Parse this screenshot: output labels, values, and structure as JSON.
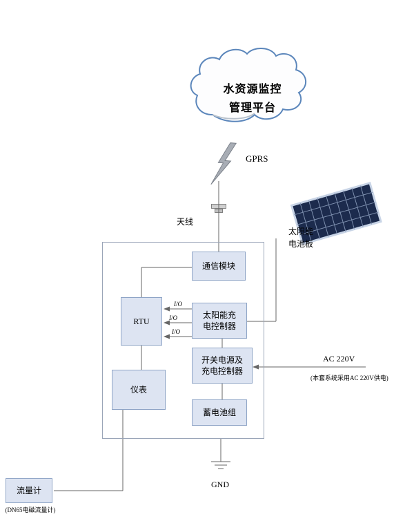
{
  "cloud": {
    "line1": "水资源监控",
    "line2": "管理平台"
  },
  "gprs_label": "GPRS",
  "antenna_label": "天线",
  "solar_panel_label": {
    "line1": "太阳能",
    "line2": "电池板"
  },
  "boxes": {
    "comm_module": "通信模块",
    "rtu": "RTU",
    "solar_controller_line1": "太阳能充",
    "solar_controller_line2": "电控制器",
    "power_supply_line1": "开关电源及",
    "power_supply_line2": "充电控制器",
    "instrument": "仪表",
    "battery": "蓄电池组",
    "flow_meter": "流量计",
    "flow_meter_note": "(DN65电磁流量计)"
  },
  "io_labels": [
    "I/O",
    "I/O",
    "I/O"
  ],
  "ac_label": "AC  220V",
  "ac_note": "(本套系统采用AC 220V供电)",
  "gnd_label": "GND",
  "colors": {
    "box_fill": "#dde4f2",
    "box_border": "#8ea4c6",
    "connector": "#666666",
    "cloud_stroke": "#5b86bb",
    "solar_panel": "#1c2b4d"
  }
}
